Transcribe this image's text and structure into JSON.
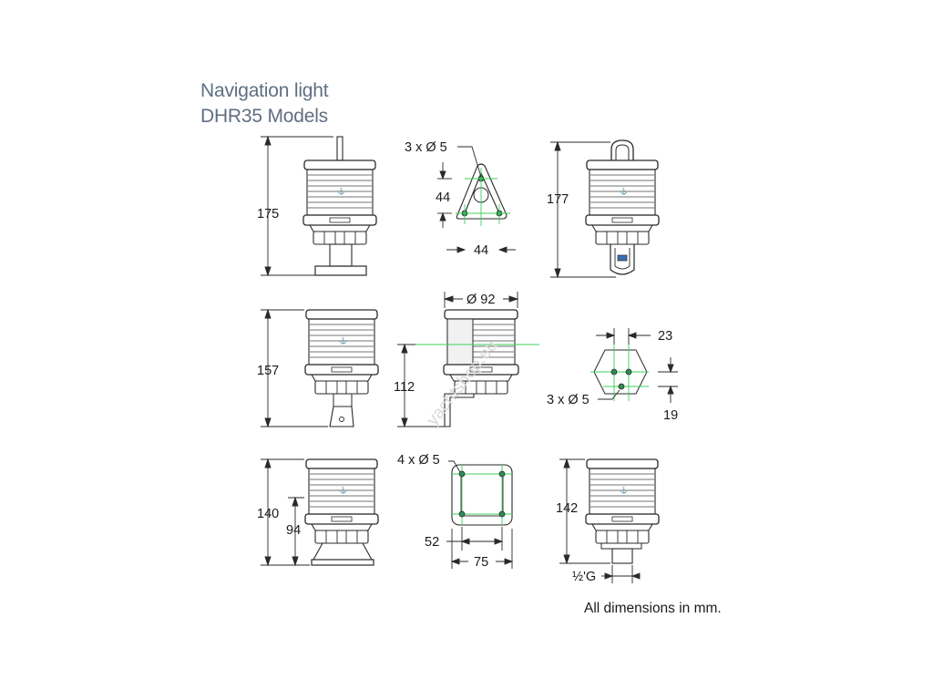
{
  "title": {
    "line1": "Navigation light",
    "line2": "DHR35 Models"
  },
  "note": "All dimensions in mm.",
  "watermark": "yachtshop.eu",
  "dimensions": {
    "d175": "175",
    "d177": "177",
    "d157": "157",
    "d112": "112",
    "d140": "140",
    "d94": "94",
    "d142": "142",
    "d44v": "44",
    "d44h": "44",
    "d92": "Ø 92",
    "d23": "23",
    "d19": "19",
    "d52": "52",
    "d75": "75",
    "dG": "½'G"
  },
  "holes": {
    "h3x5_top": "3 x Ø 5",
    "h3x5_mid": "3 x Ø 5",
    "h4x5": "4 x Ø 5"
  },
  "colors": {
    "line": "#2a2a2a",
    "center_line": "#3ccf5a",
    "title": "#5f6f82"
  }
}
